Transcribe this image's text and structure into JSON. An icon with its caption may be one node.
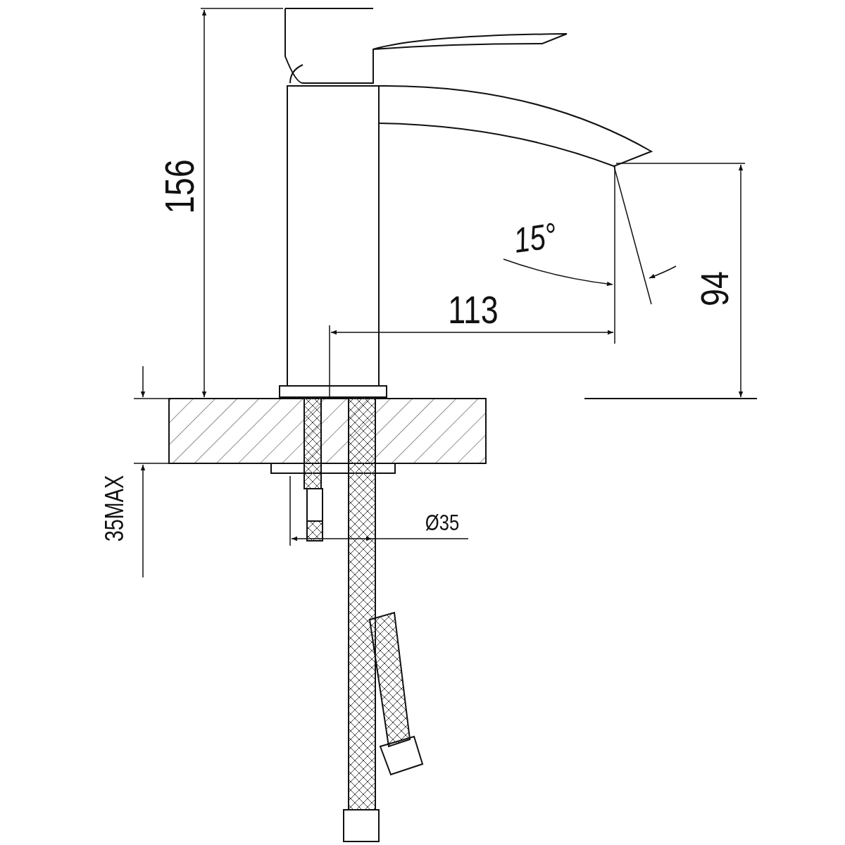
{
  "diagram": {
    "labels": [
      "156",
      "15°",
      "113",
      "94",
      "35MAX",
      "Ø35"
    ]
  }
}
